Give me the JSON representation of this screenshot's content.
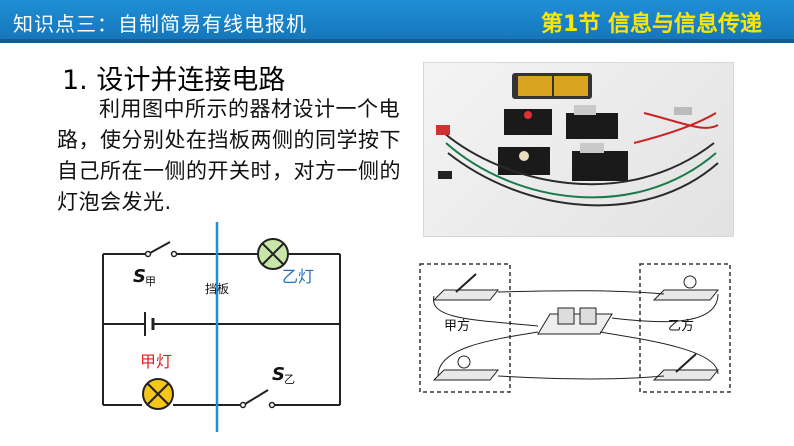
{
  "header": {
    "topic": "知识点三：自制简易有线电报机",
    "section": "第1节 信息与信息传递"
  },
  "content": {
    "heading": "1. 设计并连接电路",
    "paragraph": "利用图中所示的器材设计一个电路，使分别处在挡板两侧的同学按下自己所在一侧的开关时，对方一侧的灯泡会发光."
  },
  "circuit": {
    "switch_jia_label": "S",
    "switch_jia_sub": "甲",
    "switch_yi_label": "S",
    "switch_yi_sub": "乙",
    "lamp_yi_label": "乙灯",
    "lamp_jia_label": "甲灯",
    "barrier_label": "挡板"
  },
  "sketch": {
    "left_label": "甲方",
    "right_label": "乙方"
  },
  "colors": {
    "header_bg": "#1f8fd6",
    "section_text": "#ffe600",
    "lamp_green": "#c8e6a8",
    "lamp_orange": "#f5c518",
    "barrier_blue": "#1f8fd6",
    "label_blue": "#1f6fc4",
    "label_red": "#e02020"
  }
}
